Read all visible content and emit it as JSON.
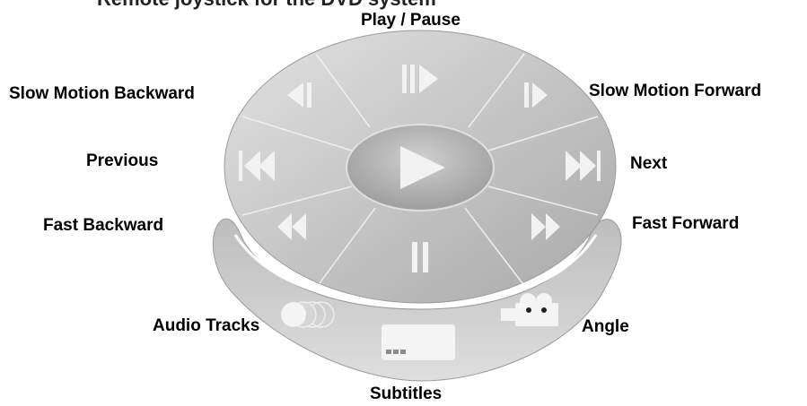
{
  "top_text": "Remote joystick for the DVD system",
  "labels": {
    "play_pause": "Play / Pause",
    "slow_motion_backward": "Slow Motion Backward",
    "slow_motion_forward": "Slow Motion Forward",
    "previous": "Previous",
    "next": "Next",
    "fast_backward": "Fast Backward",
    "fast_forward": "Fast Forward",
    "audio_tracks": "Audio Tracks",
    "angle": "Angle",
    "subtitles": "Subtitles"
  },
  "colors": {
    "disc_outer": "#d0d0d0",
    "disc_inner": "#b8b8b8",
    "sector_line": "#ececec",
    "icon": "#f2f2f2",
    "tray": "#c8c8c8"
  }
}
